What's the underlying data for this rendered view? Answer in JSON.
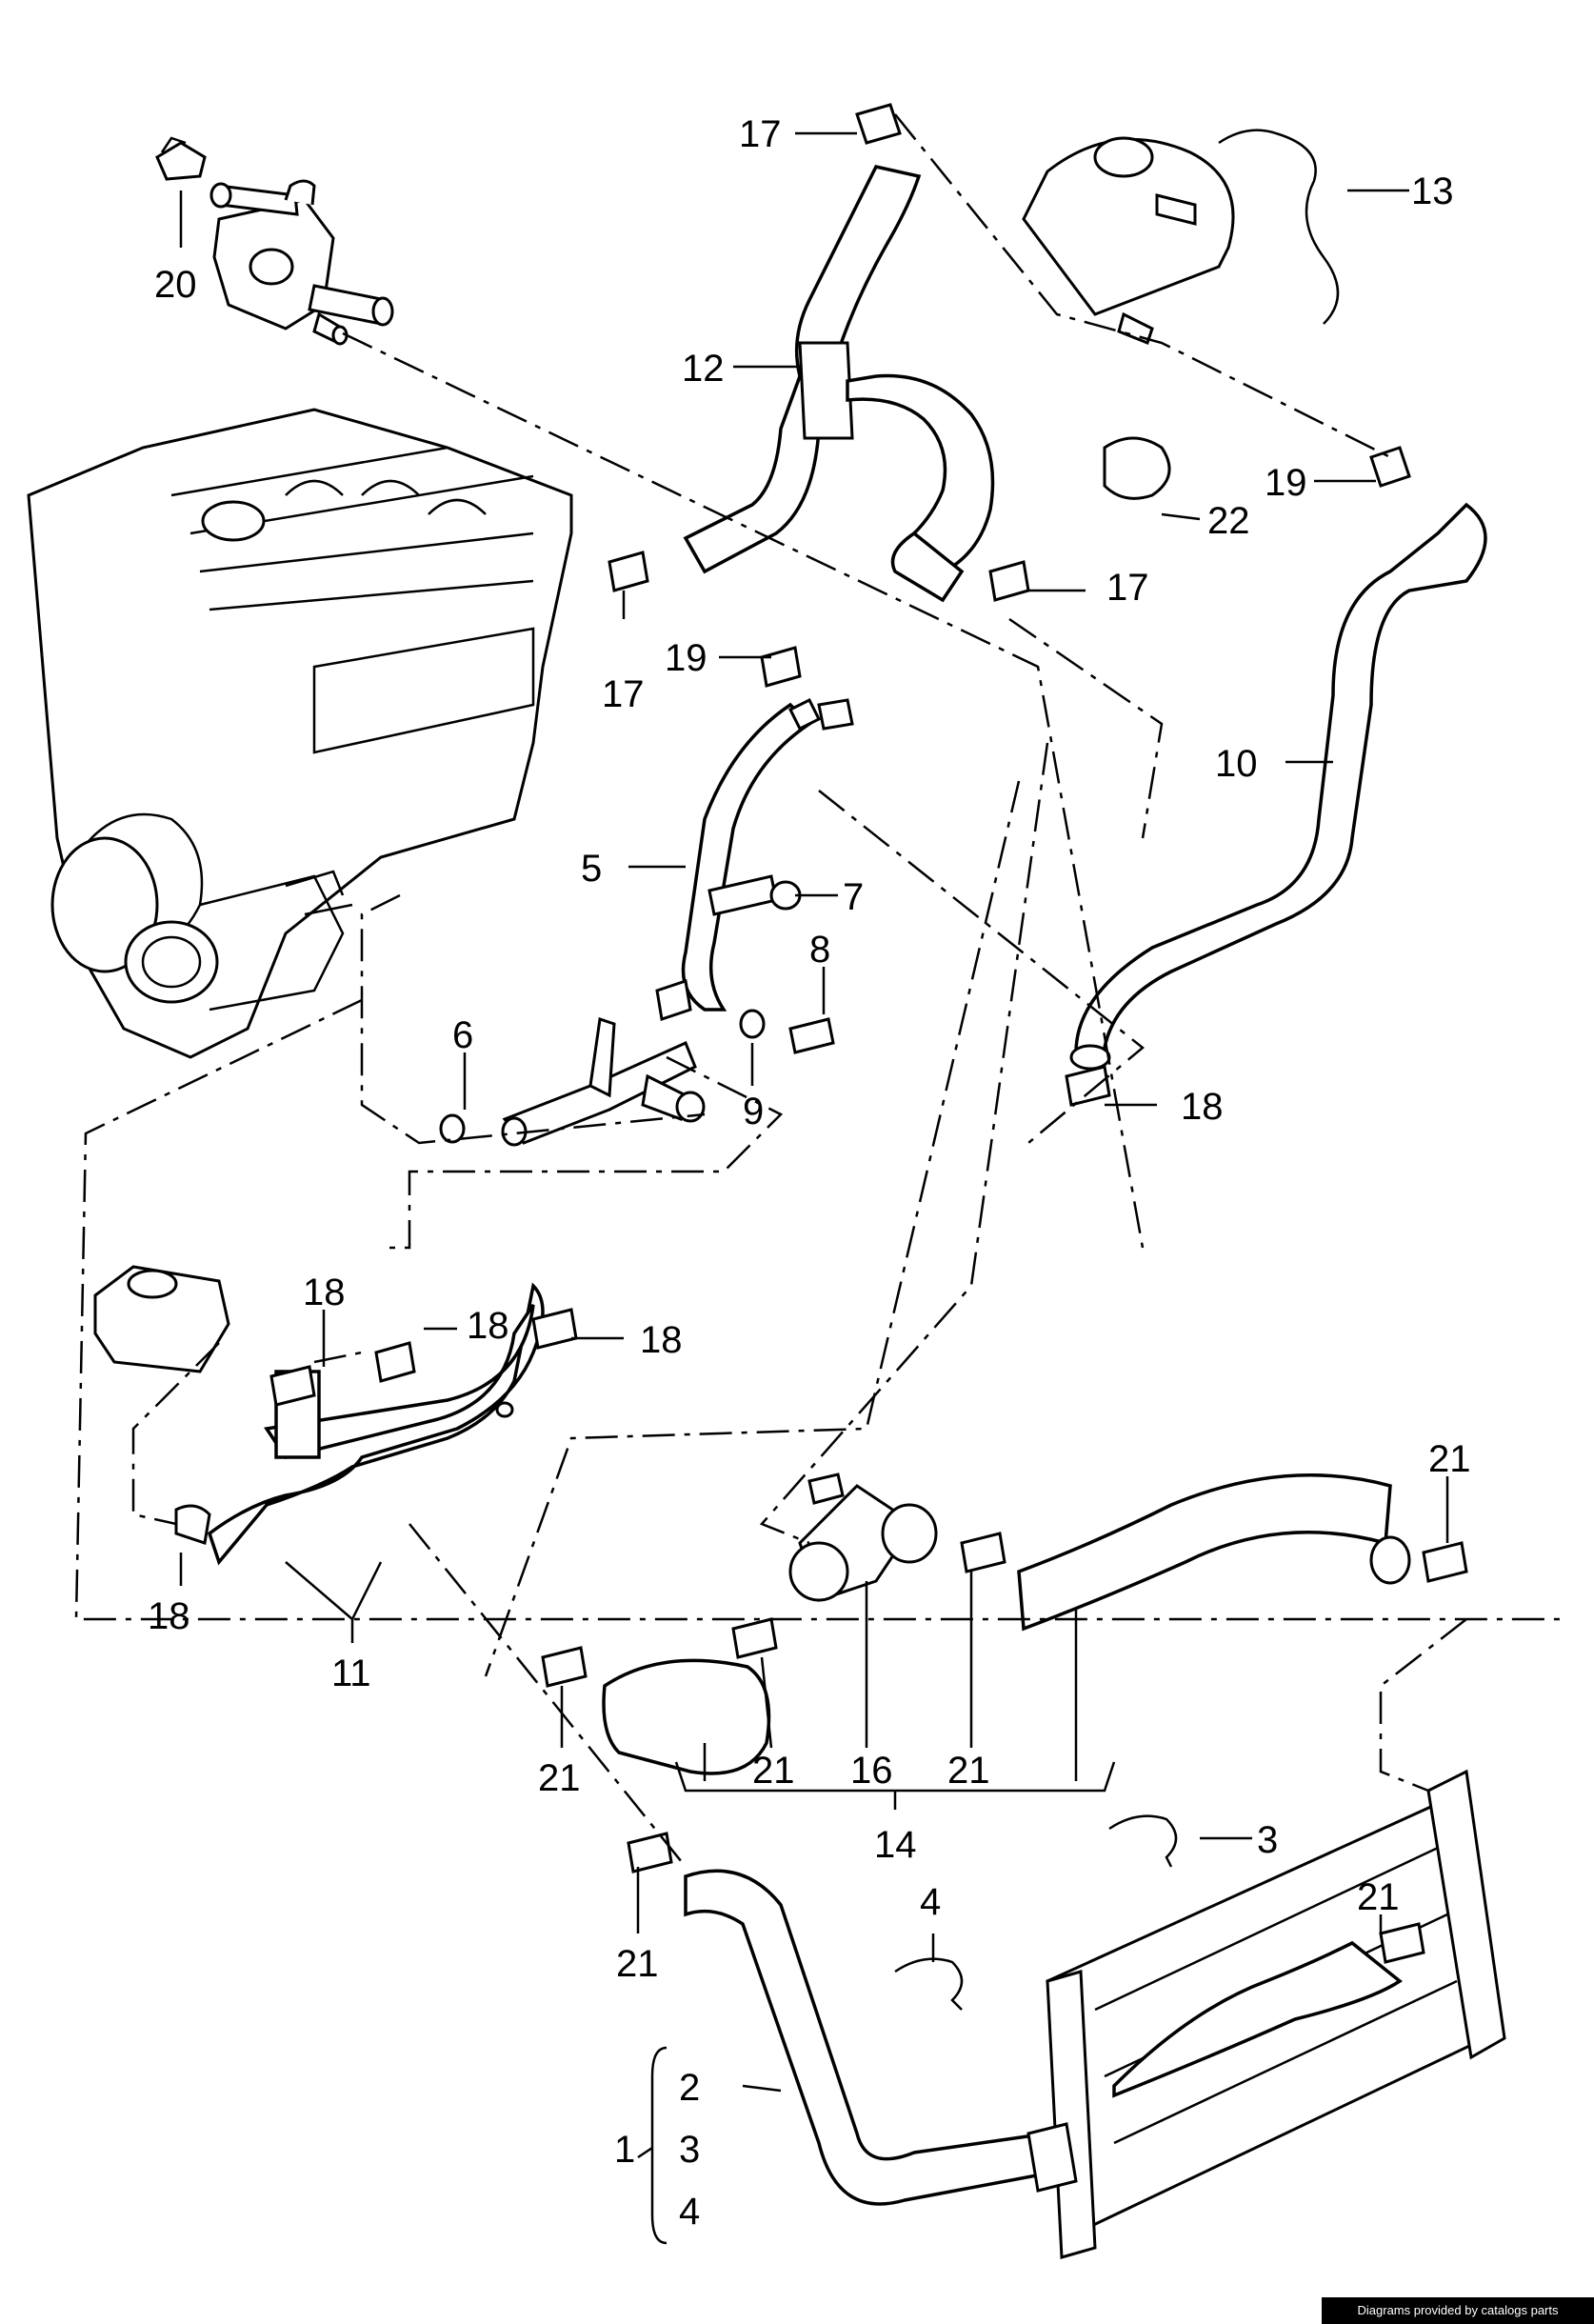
{
  "callouts": [
    "17",
    "20",
    "12",
    "13",
    "19",
    "22",
    "17",
    "17",
    "19",
    "10",
    "5",
    "7",
    "8",
    "6",
    "9",
    "18",
    "18",
    "18",
    "18",
    "18",
    "11",
    "21",
    "21",
    "16",
    "21",
    "21",
    "14",
    "3",
    "4",
    "21",
    "21",
    "2",
    "1",
    "3",
    "4"
  ],
  "footer": "Diagrams provided by catalogs parts"
}
